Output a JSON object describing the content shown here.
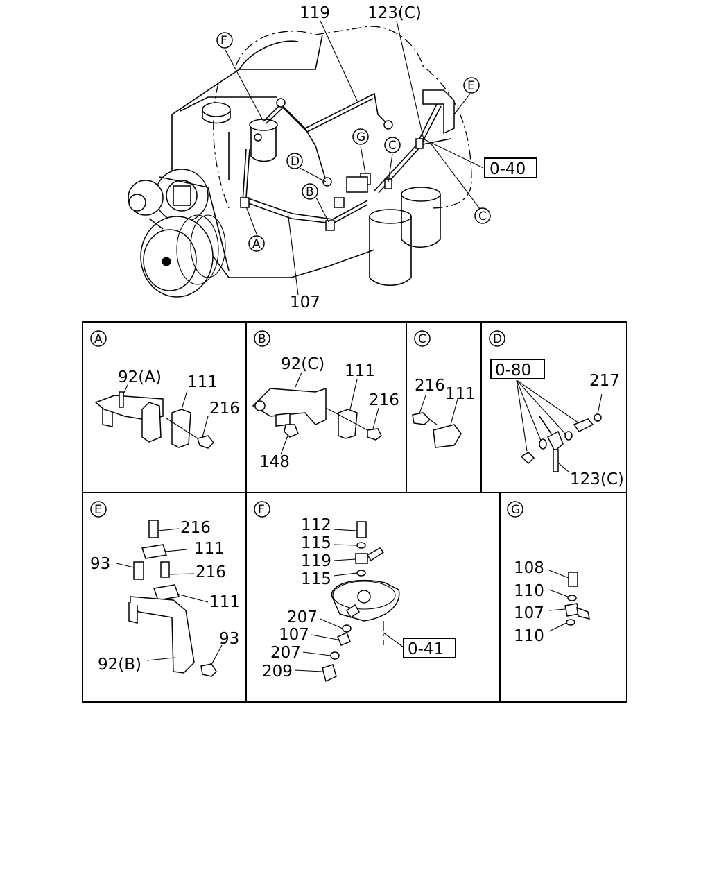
{
  "main": {
    "callouts": {
      "n119": "119",
      "n123c": "123(C)",
      "n107": "107",
      "ref040": "0-40",
      "F": "F",
      "E": "E",
      "G": "G",
      "C1": "C",
      "C2": "C",
      "D": "D",
      "B": "B",
      "A": "A"
    }
  },
  "panels": {
    "A": {
      "letter": "A",
      "labels": {
        "p92a": "92(A)",
        "p111": "111",
        "p216": "216"
      }
    },
    "B": {
      "letter": "B",
      "labels": {
        "p92c": "92(C)",
        "p111": "111",
        "p216": "216",
        "p148": "148"
      }
    },
    "C": {
      "letter": "C",
      "labels": {
        "p216": "216",
        "p111": "111"
      }
    },
    "D": {
      "letter": "D",
      "labels": {
        "ref080": "0-80",
        "p217": "217",
        "p123c": "123(C)"
      }
    },
    "E": {
      "letter": "E",
      "labels": {
        "p216a": "216",
        "p111a": "111",
        "p93a": "93",
        "p216b": "216",
        "p111b": "111",
        "p93b": "93",
        "p92b": "92(B)"
      }
    },
    "F": {
      "letter": "F",
      "labels": {
        "p112": "112",
        "p115a": "115",
        "p119": "119",
        "p115b": "115",
        "p207a": "207",
        "p107": "107",
        "p207b": "207",
        "p209": "209",
        "ref041": "0-41"
      }
    },
    "G": {
      "letter": "G",
      "labels": {
        "p108": "108",
        "p110a": "110",
        "p107": "107",
        "p110b": "110"
      }
    }
  }
}
